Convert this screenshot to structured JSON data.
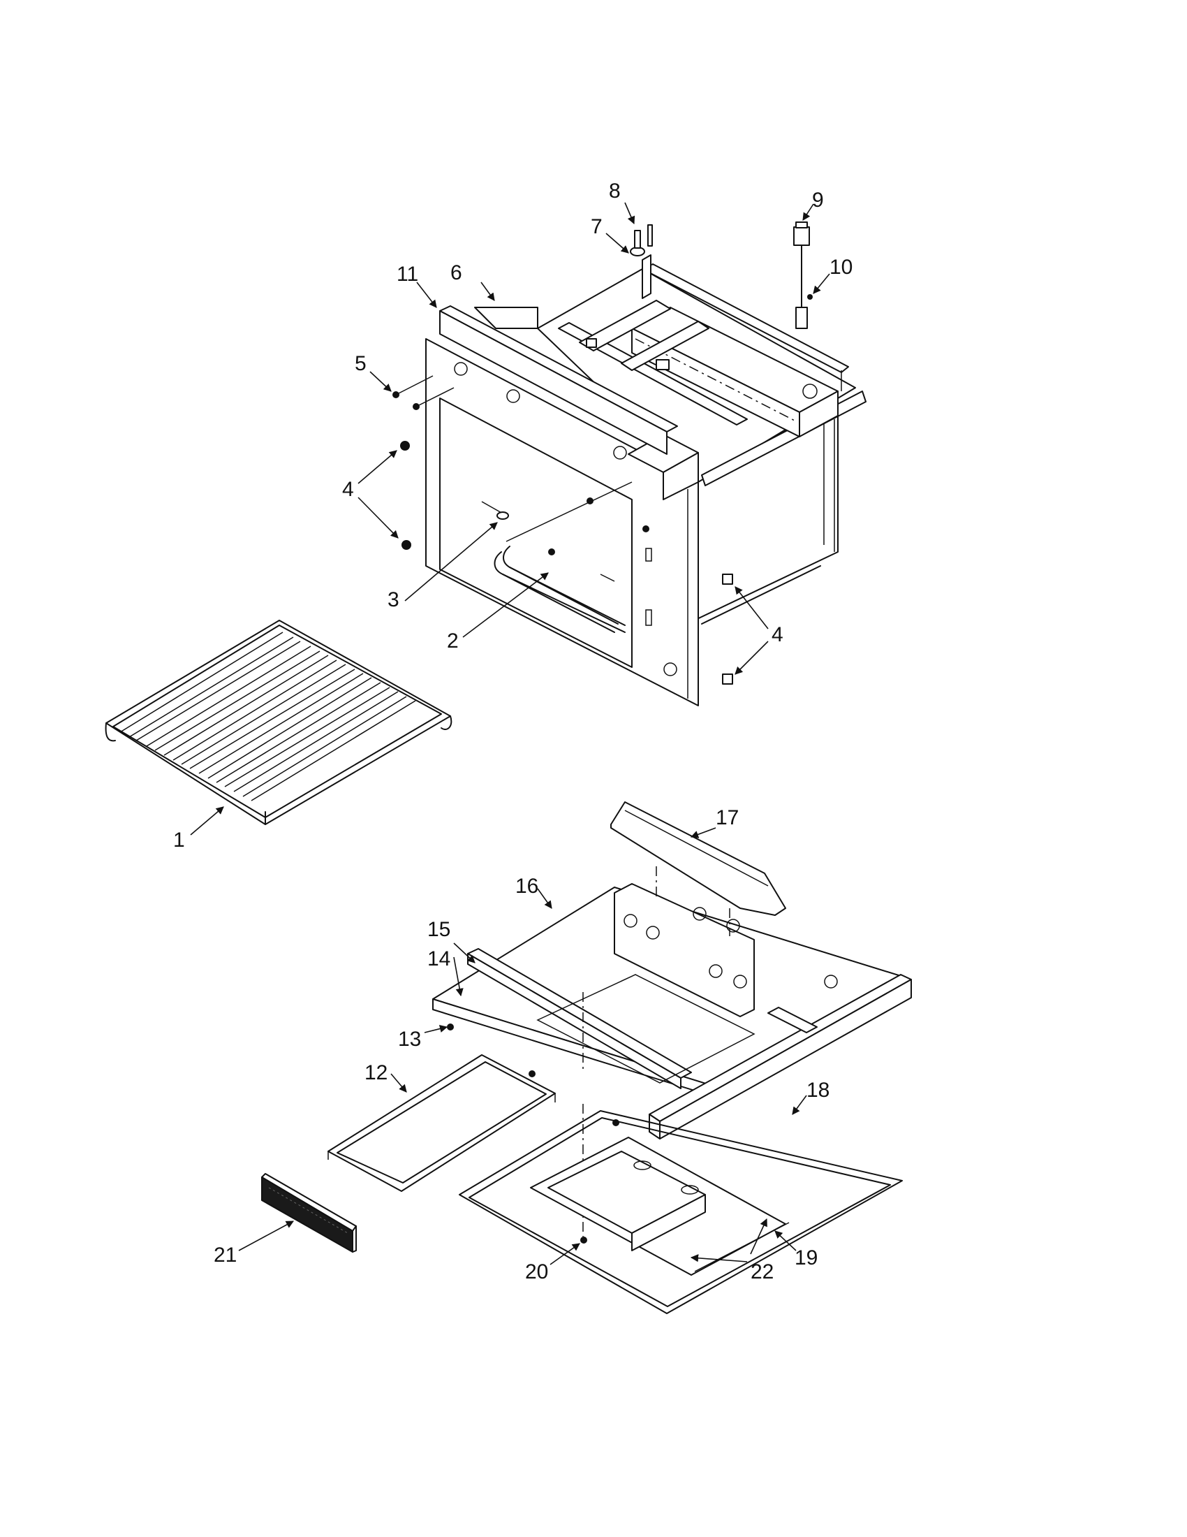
{
  "callouts": [
    "1",
    "2",
    "3",
    "4",
    "4",
    "5",
    "6",
    "7",
    "8",
    "9",
    "10",
    "11",
    "12",
    "13",
    "14",
    "15",
    "16",
    "17",
    "18",
    "19",
    "20",
    "21",
    "22"
  ]
}
